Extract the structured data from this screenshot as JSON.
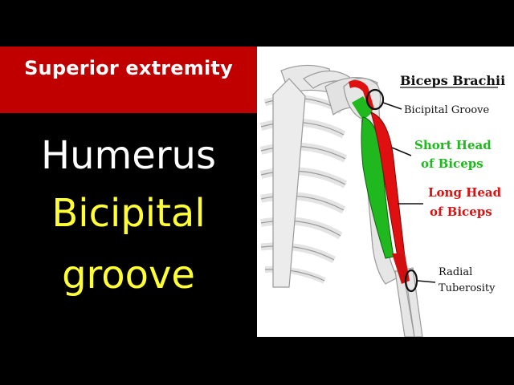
{
  "banner": {
    "section": "Superior extremity"
  },
  "title": {
    "line1": "Humerus",
    "line2": "Bicipital",
    "line3": "groove"
  },
  "diagram": {
    "heading": "Biceps Brachii",
    "labels": {
      "bicipital_groove": "Bicipital Groove",
      "short_head_1": "Short Head",
      "short_head_2": "of Biceps",
      "long_head_1": "Long Head",
      "long_head_2": "of Biceps",
      "radial_1": "Radial",
      "radial_2": "Tuberosity"
    },
    "colors": {
      "short_head": "#1fb81f",
      "long_head": "#e01010",
      "bone": "#e6e6e6",
      "bone_outline": "#9a9a9a"
    }
  }
}
